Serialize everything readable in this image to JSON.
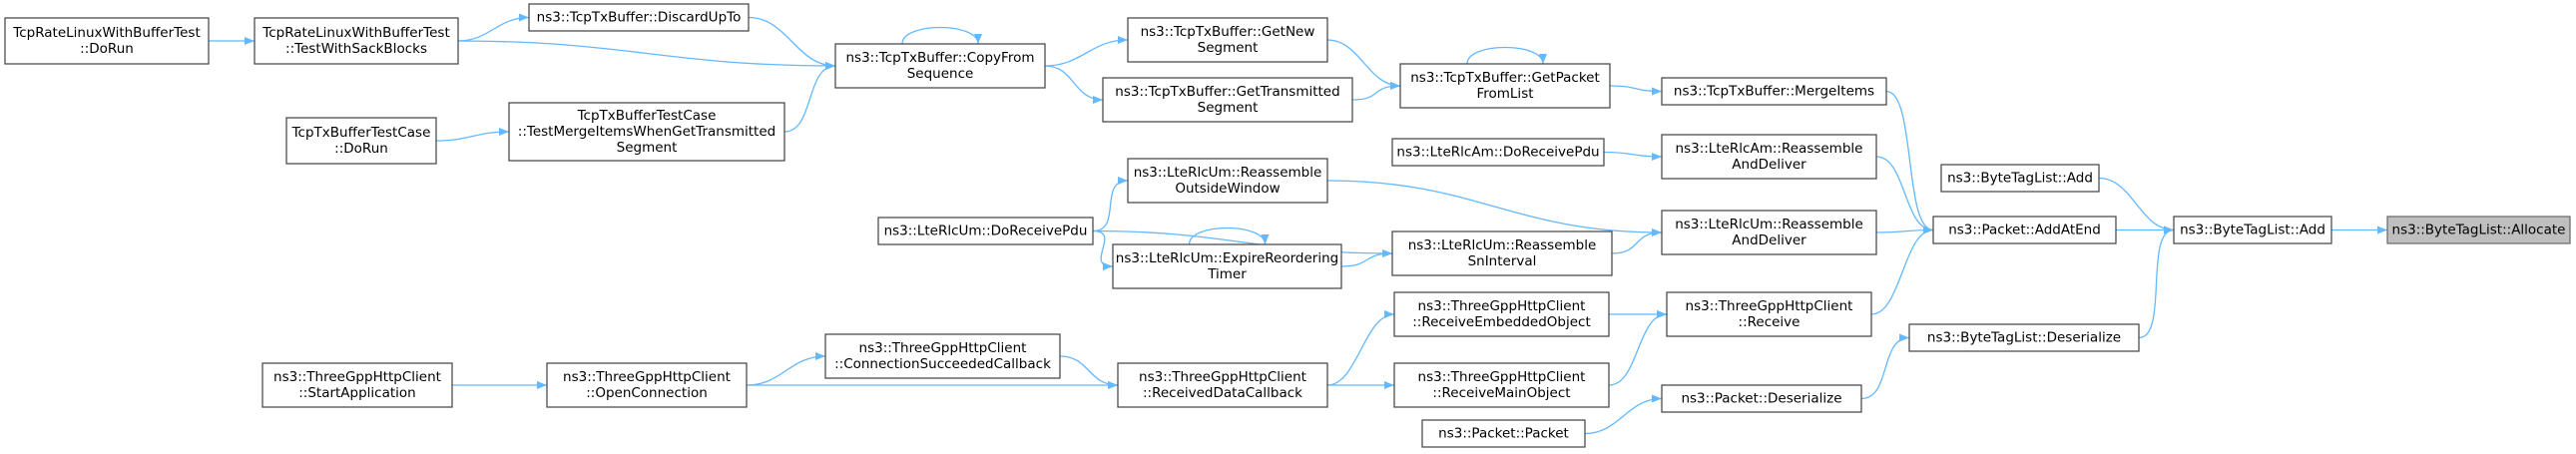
{
  "graph": {
    "colors": {
      "edge": "#63b8ff",
      "node_border": "#404040",
      "root_fill": "#bfbfbf",
      "background": "#ffffff"
    },
    "nodes": {
      "n_tcprate_dorun": [
        "TcpRateLinuxWithBufferTest",
        "::DoRun"
      ],
      "n_tcprate_testwithsack": [
        "TcpRateLinuxWithBufferTest",
        "::TestWithSackBlocks"
      ],
      "n_tcptx_discard": [
        "ns3::TcpTxBuffer::DiscardUpTo"
      ],
      "n_tcptx_testcase_dorun": [
        "TcpTxBufferTestCase",
        "::DoRun"
      ],
      "n_tcptx_testmerge": [
        "TcpTxBufferTestCase",
        "::TestMergeItemsWhenGetTransmitted",
        "Segment"
      ],
      "n_tcptx_copyfrom": [
        "ns3::TcpTxBuffer::CopyFrom",
        "Sequence"
      ],
      "n_tcptx_getnew": [
        "ns3::TcpTxBuffer::GetNew",
        "Segment"
      ],
      "n_tcptx_gettransmitted": [
        "ns3::TcpTxBuffer::GetTransmitted",
        "Segment"
      ],
      "n_tcptx_getpacket": [
        "ns3::TcpTxBuffer::GetPacket",
        "FromList"
      ],
      "n_tcptx_mergeitems": [
        "ns3::TcpTxBuffer::MergeItems"
      ],
      "n_lterlcam_doreceive": [
        "ns3::LteRlcAm::DoReceivePdu"
      ],
      "n_lterlcam_reassemble": [
        "ns3::LteRlcAm::Reassemble",
        "AndDeliver"
      ],
      "n_lterlcum_outside": [
        "ns3::LteRlcUm::Reassemble",
        "OutsideWindow"
      ],
      "n_lterlcum_doreceive": [
        "ns3::LteRlcUm::DoReceivePdu"
      ],
      "n_lterlcum_reassemblesn": [
        "ns3::LteRlcUm::Reassemble",
        "SnInterval"
      ],
      "n_lterlcum_expire": [
        "ns3::LteRlcUm::ExpireReordering",
        "Timer"
      ],
      "n_lterlcum_reassemble": [
        "ns3::LteRlcUm::Reassemble",
        "AndDeliver"
      ],
      "n_bytetaglist_add1": [
        "ns3::ByteTagList::Add"
      ],
      "n_packet_addatend": [
        "ns3::Packet::AddAtEnd"
      ],
      "n_bytetaglist_add2": [
        "ns3::ByteTagList::Add"
      ],
      "n_bytetaglist_allocate": [
        "ns3::ByteTagList::Allocate"
      ],
      "n_http_startapp": [
        "ns3::ThreeGppHttpClient",
        "::StartApplication"
      ],
      "n_http_openconn": [
        "ns3::ThreeGppHttpClient",
        "::OpenConnection"
      ],
      "n_http_connsucceeded": [
        "ns3::ThreeGppHttpClient",
        "::ConnectionSucceededCallback"
      ],
      "n_http_receiveddata": [
        "ns3::ThreeGppHttpClient",
        "::ReceivedDataCallback"
      ],
      "n_http_receiveembedded": [
        "ns3::ThreeGppHttpClient",
        "::ReceiveEmbeddedObject"
      ],
      "n_http_receivemain": [
        "ns3::ThreeGppHttpClient",
        "::ReceiveMainObject"
      ],
      "n_http_receive": [
        "ns3::ThreeGppHttpClient",
        "::Receive"
      ],
      "n_bytetaglist_deserialize": [
        "ns3::ByteTagList::Deserialize"
      ],
      "n_packet_deserialize": [
        "ns3::Packet::Deserialize"
      ],
      "n_packet_packet": [
        "ns3::Packet::Packet"
      ]
    },
    "root": "n_bytetaglist_allocate",
    "edges": [
      [
        "n_tcprate_dorun",
        "n_tcprate_testwithsack"
      ],
      [
        "n_tcprate_testwithsack",
        "n_tcptx_discard"
      ],
      [
        "n_tcprate_testwithsack",
        "n_tcptx_copyfrom"
      ],
      [
        "n_tcptx_testcase_dorun",
        "n_tcptx_testmerge"
      ],
      [
        "n_tcptx_testmerge",
        "n_tcptx_copyfrom"
      ],
      [
        "n_tcptx_discard",
        "n_tcptx_copyfrom"
      ],
      [
        "n_tcptx_copyfrom",
        "n_tcptx_copyfrom"
      ],
      [
        "n_tcptx_copyfrom",
        "n_tcptx_getnew"
      ],
      [
        "n_tcptx_copyfrom",
        "n_tcptx_gettransmitted"
      ],
      [
        "n_tcptx_getnew",
        "n_tcptx_getpacket"
      ],
      [
        "n_tcptx_gettransmitted",
        "n_tcptx_getpacket"
      ],
      [
        "n_tcptx_getpacket",
        "n_tcptx_getpacket"
      ],
      [
        "n_tcptx_getpacket",
        "n_tcptx_mergeitems"
      ],
      [
        "n_tcptx_mergeitems",
        "n_packet_addatend"
      ],
      [
        "n_lterlcam_doreceive",
        "n_lterlcam_reassemble"
      ],
      [
        "n_lterlcam_reassemble",
        "n_packet_addatend"
      ],
      [
        "n_lterlcum_doreceive",
        "n_lterlcum_outside"
      ],
      [
        "n_lterlcum_doreceive",
        "n_lterlcum_reassemblesn"
      ],
      [
        "n_lterlcum_doreceive",
        "n_lterlcum_expire"
      ],
      [
        "n_lterlcum_expire",
        "n_lterlcum_expire"
      ],
      [
        "n_lterlcum_expire",
        "n_lterlcum_reassemblesn"
      ],
      [
        "n_lterlcum_outside",
        "n_lterlcum_reassemble"
      ],
      [
        "n_lterlcum_reassemblesn",
        "n_lterlcum_reassemble"
      ],
      [
        "n_lterlcum_reassemble",
        "n_packet_addatend"
      ],
      [
        "n_http_startapp",
        "n_http_openconn"
      ],
      [
        "n_http_openconn",
        "n_http_connsucceeded"
      ],
      [
        "n_http_openconn",
        "n_http_receiveddata"
      ],
      [
        "n_http_connsucceeded",
        "n_http_receiveddata"
      ],
      [
        "n_http_receiveddata",
        "n_http_receiveembedded"
      ],
      [
        "n_http_receiveddata",
        "n_http_receivemain"
      ],
      [
        "n_http_receiveembedded",
        "n_http_receive"
      ],
      [
        "n_http_receivemain",
        "n_http_receive"
      ],
      [
        "n_http_receive",
        "n_packet_addatend"
      ],
      [
        "n_bytetaglist_add1",
        "n_bytetaglist_add2"
      ],
      [
        "n_packet_addatend",
        "n_bytetaglist_add2"
      ],
      [
        "n_packet_packet",
        "n_packet_deserialize"
      ],
      [
        "n_packet_deserialize",
        "n_bytetaglist_deserialize"
      ],
      [
        "n_bytetaglist_deserialize",
        "n_bytetaglist_add2"
      ],
      [
        "n_bytetaglist_add2",
        "n_bytetaglist_allocate"
      ]
    ]
  }
}
